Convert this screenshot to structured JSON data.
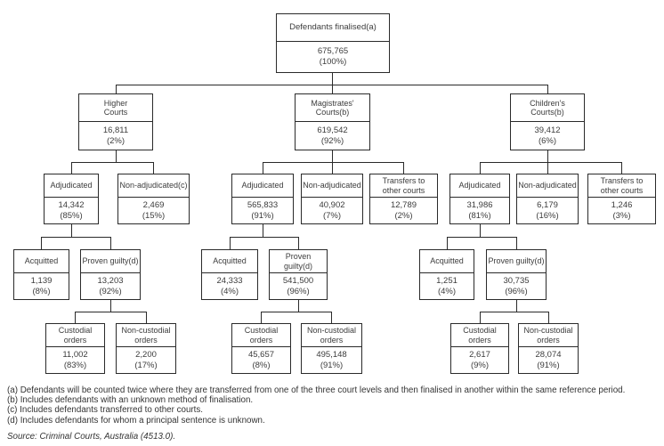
{
  "nodes": {
    "root": {
      "label": "Defendants finalised(a)",
      "value": "675,765",
      "pct": "(100%)"
    },
    "higher": {
      "label": "Higher\nCourts",
      "value": "16,811",
      "pct": "(2%)"
    },
    "magistrates": {
      "label": "Magistrates'\nCourts(b)",
      "value": "619,542",
      "pct": "(92%)"
    },
    "childrens": {
      "label": "Children's\nCourts(b)",
      "value": "39,412",
      "pct": "(6%)"
    },
    "higher_adjudicated": {
      "label": "Adjudicated",
      "value": "14,342",
      "pct": "(85%)"
    },
    "higher_non_adjudicated": {
      "label": "Non-adjudicated(c)",
      "value": "2,469",
      "pct": "(15%)"
    },
    "magistrates_adjudicated": {
      "label": "Adjudicated",
      "value": "565,833",
      "pct": "(91%)"
    },
    "magistrates_non_adjudicated": {
      "label": "Non-adjudicated",
      "value": "40,902",
      "pct": "(7%)"
    },
    "magistrates_transfers": {
      "label": "Transfers to\nother courts",
      "value": "12,789",
      "pct": "(2%)"
    },
    "childrens_adjudicated": {
      "label": "Adjudicated",
      "value": "31,986",
      "pct": "(81%)"
    },
    "childrens_non_adjudicated": {
      "label": "Non-adjudicated",
      "value": "6,179",
      "pct": "(16%)"
    },
    "childrens_transfers": {
      "label": "Transfers to\nother courts",
      "value": "1,246",
      "pct": "(3%)"
    },
    "higher_acquitted": {
      "label": "Acquitted",
      "value": "1,139",
      "pct": "(8%)"
    },
    "higher_proven_guilty": {
      "label": "Proven guilty(d)",
      "value": "13,203",
      "pct": "(92%)"
    },
    "magistrates_acquitted": {
      "label": "Acquitted",
      "value": "24,333",
      "pct": "(4%)"
    },
    "magistrates_proven_guilty": {
      "label": "Proven guilty(d)",
      "value": "541,500",
      "pct": "(96%)"
    },
    "childrens_acquitted": {
      "label": "Acquitted",
      "value": "1,251",
      "pct": "(4%)"
    },
    "childrens_proven_guilty": {
      "label": "Proven guilty(d)",
      "value": "30,735",
      "pct": "(96%)"
    },
    "higher_custodial": {
      "label": "Custodial orders",
      "value": "11,002",
      "pct": "(83%)"
    },
    "higher_non_custodial": {
      "label": "Non-custodial\norders",
      "value": "2,200",
      "pct": "(17%)"
    },
    "magistrates_custodial": {
      "label": "Custodial orders",
      "value": "45,657",
      "pct": "(8%)"
    },
    "magistrates_non_custodial": {
      "label": "Non-custodial\norders",
      "value": "495,148",
      "pct": "(91%)"
    },
    "childrens_custodial": {
      "label": "Custodial orders",
      "value": "2,617",
      "pct": "(9%)"
    },
    "childrens_non_custodial": {
      "label": "Non-custodial\norders",
      "value": "28,074",
      "pct": "(91%)"
    }
  },
  "footnotes": [
    "(a) Defendants will be counted twice where they are transferred from one of the three court levels and then finalised in another within the same reference period.",
    "(b) Includes defendants with an unknown method of finalisation.",
    "(c) Includes defendants transferred to other courts.",
    "(d) Includes defendants for whom a principal sentence is unknown."
  ],
  "source": "Source: Criminal Courts, Australia (4513.0)."
}
